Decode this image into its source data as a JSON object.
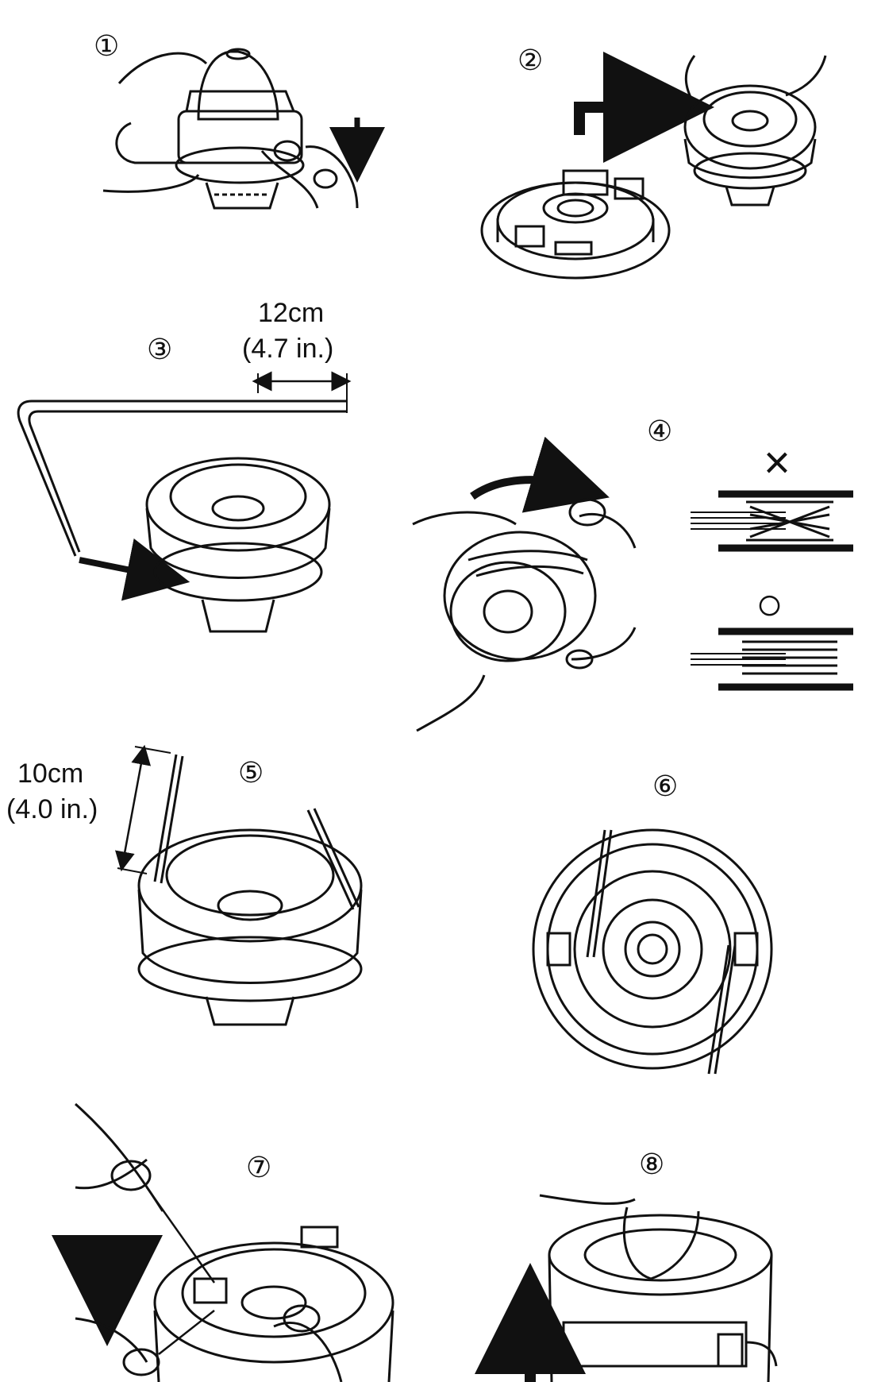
{
  "steps": [
    {
      "id": 1,
      "number": "①"
    },
    {
      "id": 2,
      "number": "②"
    },
    {
      "id": 3,
      "number": "③",
      "length": "12cm",
      "length_imperial": "(4.7 in.)"
    },
    {
      "id": 4,
      "number": "④",
      "wrong_mark": "×",
      "correct_mark": "○"
    },
    {
      "id": 5,
      "number": "⑤",
      "length": "10cm",
      "length_imperial": "(4.0 in.)"
    },
    {
      "id": 6,
      "number": "⑥"
    },
    {
      "id": 7,
      "number": "⑦"
    },
    {
      "id": 8,
      "number": "⑧"
    }
  ],
  "colors": {
    "ink": "#111111",
    "paper": "#ffffff"
  }
}
